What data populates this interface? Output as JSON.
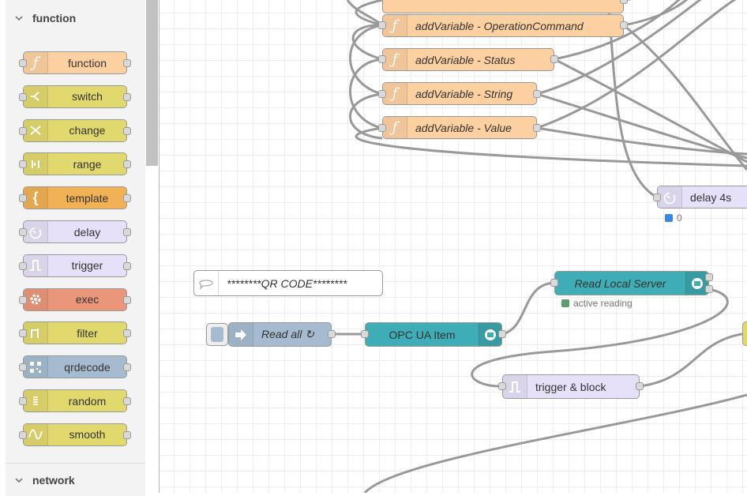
{
  "palette": {
    "categories": [
      {
        "label": "function"
      },
      {
        "label": "network"
      }
    ],
    "nodes": [
      {
        "label": "function",
        "icon": "function-icon",
        "color": "#fdd0a2"
      },
      {
        "label": "switch",
        "icon": "switch-icon",
        "color": "#e2d96e"
      },
      {
        "label": "change",
        "icon": "change-icon",
        "color": "#e2d96e"
      },
      {
        "label": "range",
        "icon": "range-icon",
        "color": "#e2d96e"
      },
      {
        "label": "template",
        "icon": "template-icon",
        "color": "#f0b254"
      },
      {
        "label": "delay",
        "icon": "delay-icon",
        "color": "#e6e0f8"
      },
      {
        "label": "trigger",
        "icon": "trigger-icon",
        "color": "#e6e0f8"
      },
      {
        "label": "exec",
        "icon": "exec-icon",
        "color": "#e9967a"
      },
      {
        "label": "filter",
        "icon": "filter-icon",
        "color": "#e2d96e"
      },
      {
        "label": "qrdecode",
        "icon": "qrcode-icon",
        "color": "#a6bbcf"
      },
      {
        "label": "random",
        "icon": "random-icon",
        "color": "#e2d96e"
      },
      {
        "label": "smooth",
        "icon": "smooth-icon",
        "color": "#e2d96e"
      }
    ]
  },
  "flow": {
    "function_nodes": [
      {
        "label": "addVariable - OperationCommand"
      },
      {
        "label": "addVariable - Status"
      },
      {
        "label": "addVariable - String"
      },
      {
        "label": "addVariable - Value"
      }
    ],
    "delay_node": {
      "label": "delay 4s",
      "status": "0",
      "status_color": "#3b85e3"
    },
    "comment": {
      "label": "********QR CODE********"
    },
    "inject_node": {
      "label": "Read all ↻"
    },
    "opcua_item": {
      "label": "OPC UA Item"
    },
    "read_server": {
      "label": "Read Local Server",
      "status": "active reading",
      "status_color": "#5a9e6f"
    },
    "trigger_node": {
      "label": "trigger & block"
    }
  },
  "colors": {
    "function": "#fdd0a2",
    "delay": "#e6e0f8",
    "inject": "#a6bbcf",
    "opcua": "#3fadb5",
    "wire": "#999999"
  }
}
